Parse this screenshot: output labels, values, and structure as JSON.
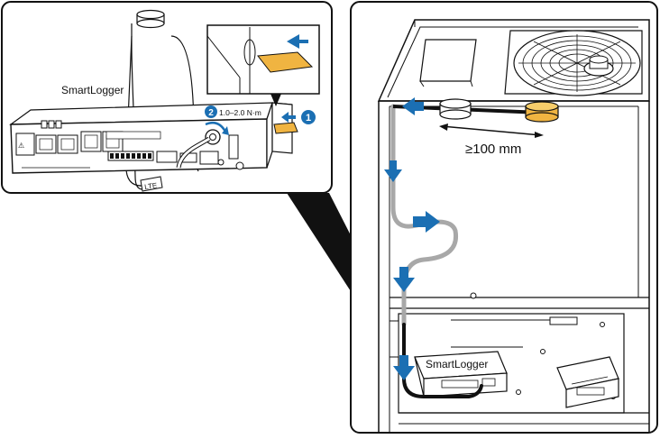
{
  "labels": {
    "smartlogger_detail": "SmartLogger",
    "smartlogger_cabinet": "SmartLogger",
    "torque": "1.0–2.0 N·m",
    "distance": "≥100 mm",
    "lte": "LTE",
    "step_one": "1",
    "step_two": "2"
  },
  "colors": {
    "line": "#111111",
    "arrow_blue": "#1b6fb3",
    "gray_cable": "#a8a8a8",
    "antenna_orange": "#f0b441",
    "tape_orange": "#f0b441"
  }
}
